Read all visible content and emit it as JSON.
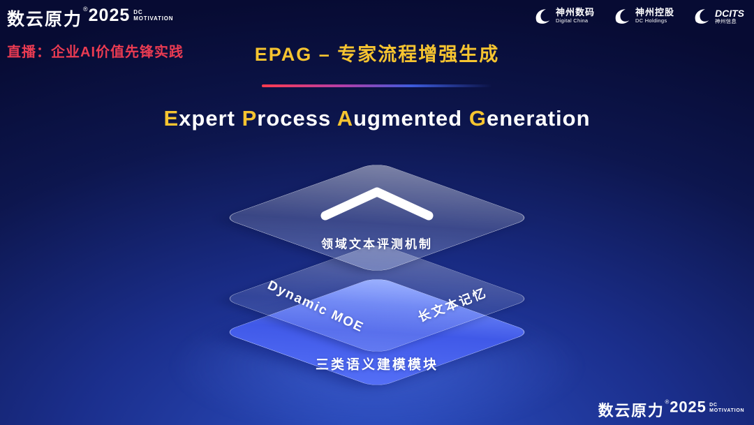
{
  "colors": {
    "background_top": "#070b33",
    "background_glow": "#2d50c4",
    "accent_gold": "#f6c430",
    "live_red": "#ea3b52",
    "layer_blue": "#4a63ee"
  },
  "brand": {
    "wordmark": "数云原力",
    "reg": "®",
    "year": "2025",
    "tag_top": "DC",
    "tag_bottom": "MOTIVATION"
  },
  "header": {
    "live_label": "直播：企业AI价值先锋实践",
    "title": "EPAG – 专家流程增强生成",
    "partners": [
      {
        "cn": "神州数码",
        "en": "Digital China"
      },
      {
        "cn": "神州控股",
        "en": "DC Holdings"
      },
      {
        "cn": "DCITS",
        "en": "神州信息"
      }
    ]
  },
  "heading": {
    "parts": [
      {
        "t": "E"
      },
      {
        "t": "xpert "
      },
      {
        "t": "P"
      },
      {
        "t": "rocess "
      },
      {
        "t": "A"
      },
      {
        "t": "ugmented "
      },
      {
        "t": "G"
      },
      {
        "t": "eneration"
      }
    ]
  },
  "diagram": {
    "top_layer_label": "领域文本评测机制",
    "middle_left_label": "Dynamic MOE",
    "middle_right_label": "长文本记忆",
    "bottom_layer_label": "三类语义建模模块"
  }
}
